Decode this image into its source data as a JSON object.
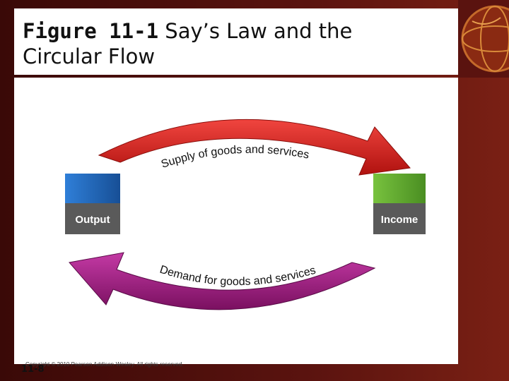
{
  "slide": {
    "title_figure": "Figure 11-1",
    "title_rest": "Say’s Law and the",
    "title_line2": "Circular Flow"
  },
  "diagram": {
    "nodes": {
      "output": "Output",
      "income": "Income"
    },
    "flows": {
      "supply": "Supply of goods and services",
      "demand": "Demand for goods and services"
    }
  },
  "footer": {
    "copyright": "Copyright © 2010 Pearson Addison-Wesley. All rights reserved.",
    "page": "11-8"
  },
  "colors": {
    "frame": "#4a0d0b",
    "supply_arrow": "#e8262a",
    "demand_arrow": "#b0208a",
    "output_box": "#1f63b5",
    "income_box": "#5aa82d"
  }
}
